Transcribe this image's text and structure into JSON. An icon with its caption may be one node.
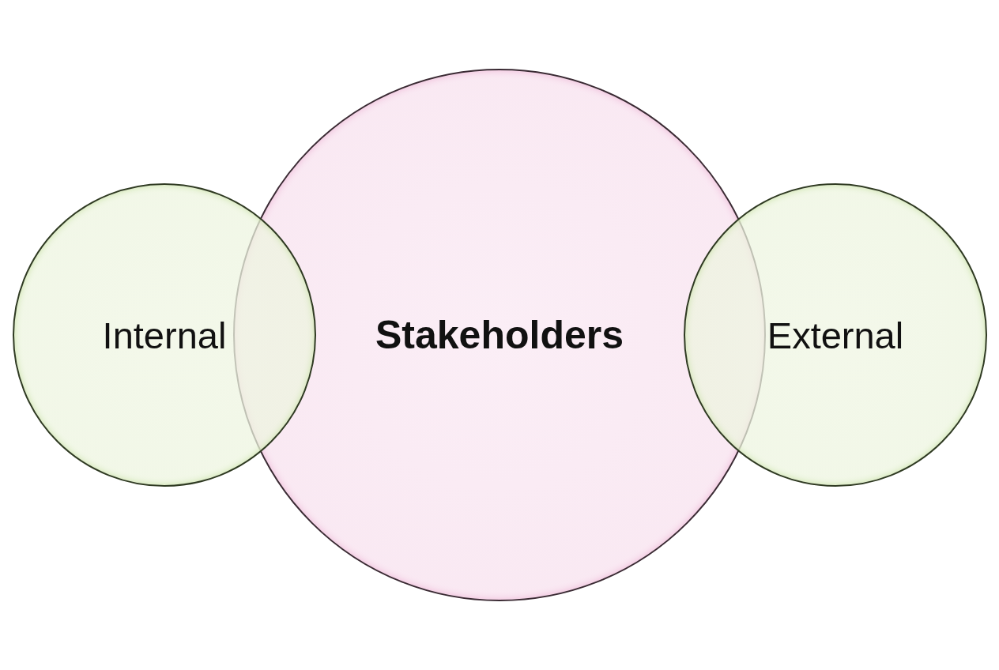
{
  "diagram": {
    "nodes": [
      {
        "text": [
          "Internal"
        ]
      },
      {
        "text": [
          "Stakeholders"
        ]
      },
      {
        "text": [
          "External"
        ]
      }
    ]
  }
}
